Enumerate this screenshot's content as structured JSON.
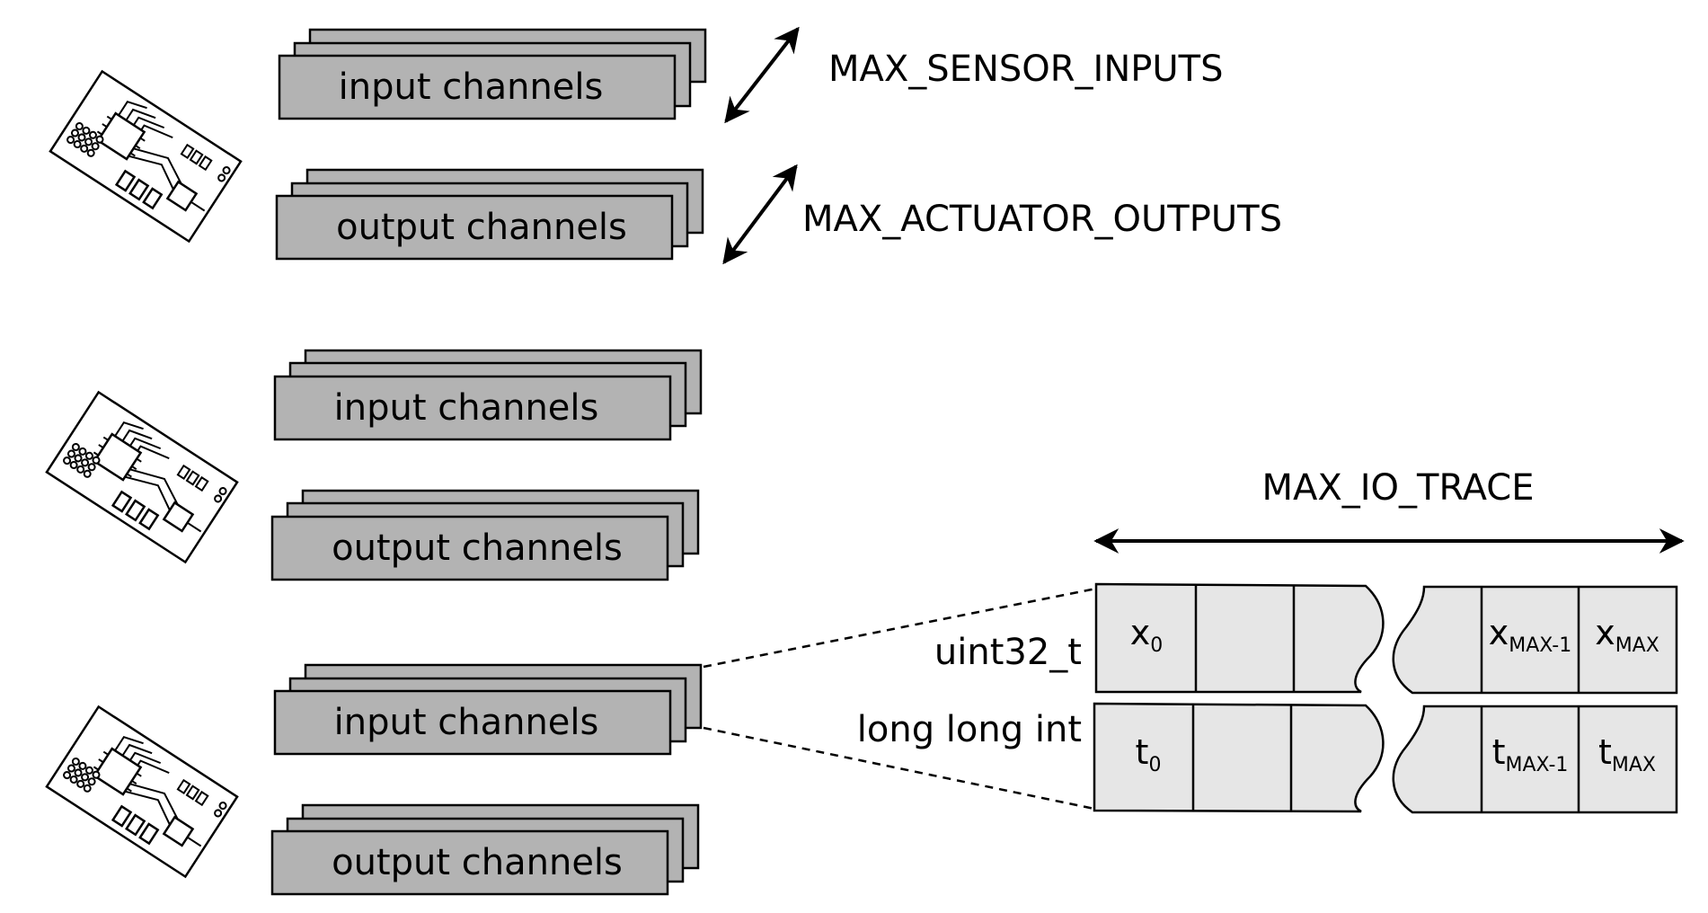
{
  "colors": {
    "stroke": "#000000",
    "channel_fill": "#b3b3b3",
    "cell_fill": "#e6e6e6",
    "background": "#ffffff"
  },
  "boards": [
    {
      "input_label": "input channels",
      "output_label": "output channels",
      "input_annotation": "MAX_SENSOR_INPUTS",
      "output_annotation": "MAX_ACTUATOR_OUTPUTS"
    },
    {
      "input_label": "input channels",
      "output_label": "output channels"
    },
    {
      "input_label": "input channels",
      "output_label": "output channels"
    }
  ],
  "trace": {
    "title": "MAX_IO_TRACE",
    "rows": [
      {
        "type_label": "uint32_t",
        "symbol": "x",
        "cells": [
          {
            "sub": "0"
          },
          {
            "sub": ""
          },
          {
            "sub": ""
          },
          {
            "sub": "MAX-1"
          },
          {
            "sub": "MAX"
          }
        ]
      },
      {
        "type_label": "long long int",
        "symbol": "t",
        "cells": [
          {
            "sub": "0"
          },
          {
            "sub": ""
          },
          {
            "sub": ""
          },
          {
            "sub": "MAX-1"
          },
          {
            "sub": "MAX"
          }
        ]
      }
    ]
  }
}
